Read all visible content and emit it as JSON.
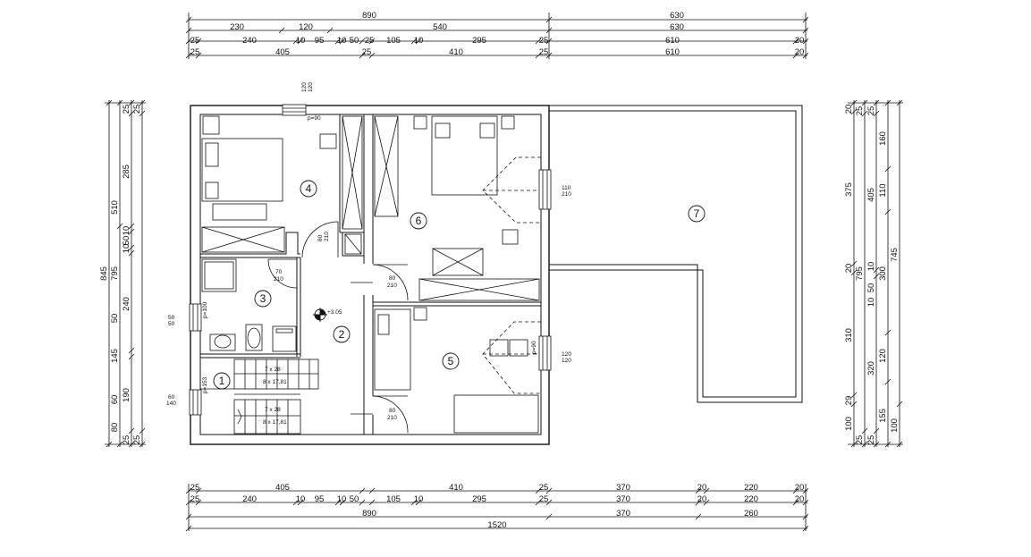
{
  "dimensions": {
    "top": {
      "row1": [
        "890",
        "630"
      ],
      "row2": [
        "230",
        "120",
        "540",
        "630"
      ],
      "row3": [
        "25",
        "240",
        "10",
        "95",
        "10",
        "50",
        "25",
        "105",
        "10",
        "295",
        "25",
        "610",
        "20"
      ],
      "row4": [
        "25",
        "405",
        "25",
        "410",
        "25",
        "610",
        "20"
      ]
    },
    "bottom": {
      "row1": [
        "25",
        "405",
        "410",
        "25",
        "370",
        "20",
        "220",
        "20"
      ],
      "row2": [
        "25",
        "240",
        "10",
        "95",
        "10",
        "50",
        "105",
        "10",
        "295",
        "25",
        "370",
        "20",
        "220",
        "20"
      ],
      "row3": [
        "890",
        "370",
        "260"
      ],
      "row4": [
        "1520"
      ]
    },
    "left": {
      "col1": [
        "845"
      ],
      "col2": [
        "510",
        "795"
      ],
      "col3": [
        "285",
        "10",
        "50",
        "10",
        "240",
        "50",
        "145",
        "190",
        "60",
        "80"
      ],
      "col4": [
        "25",
        "25",
        "25",
        "25"
      ]
    },
    "right": {
      "col1": [
        "20",
        "375",
        "20",
        "310",
        "29",
        "100"
      ],
      "col2": [
        "25",
        "405",
        "795",
        "320",
        "25"
      ],
      "col3": [
        "25",
        "10",
        "50",
        "10",
        "25"
      ],
      "col4": [
        "160",
        "110",
        "300",
        "120",
        "155"
      ],
      "col5": [
        "745",
        "100"
      ]
    }
  },
  "rooms": [
    {
      "number": "1"
    },
    {
      "number": "2"
    },
    {
      "number": "3"
    },
    {
      "number": "4"
    },
    {
      "number": "5"
    },
    {
      "number": "6"
    },
    {
      "number": "7"
    }
  ],
  "annotations": {
    "elevation": "+3.05",
    "room4_window_top": "120",
    "room4_window_bottom": "120",
    "room4_sill": "p=90",
    "room4_door_w": "80",
    "room4_door_h": "210",
    "room3_door_w": "70",
    "room3_door_h": "210",
    "room3_window_w": "50",
    "room3_window_h": "50",
    "room3_sill": "p=100",
    "room6_door_w": "80",
    "room6_door_h": "210",
    "room6_window_w": "110",
    "room6_window_h": "210",
    "room5_window_w": "120",
    "room5_window_h": "120",
    "room5_sill": "p=90",
    "room5_door_w": "80",
    "room5_door_h": "210",
    "stair_window_w": "60",
    "stair_window_h": "140",
    "stair_sill": "p=153",
    "stairs_upper_1": "7 x 28",
    "stairs_upper_2": "8 x 17,81",
    "stairs_lower_1": "7 x 28",
    "stairs_lower_2": "8 x 17,81"
  }
}
